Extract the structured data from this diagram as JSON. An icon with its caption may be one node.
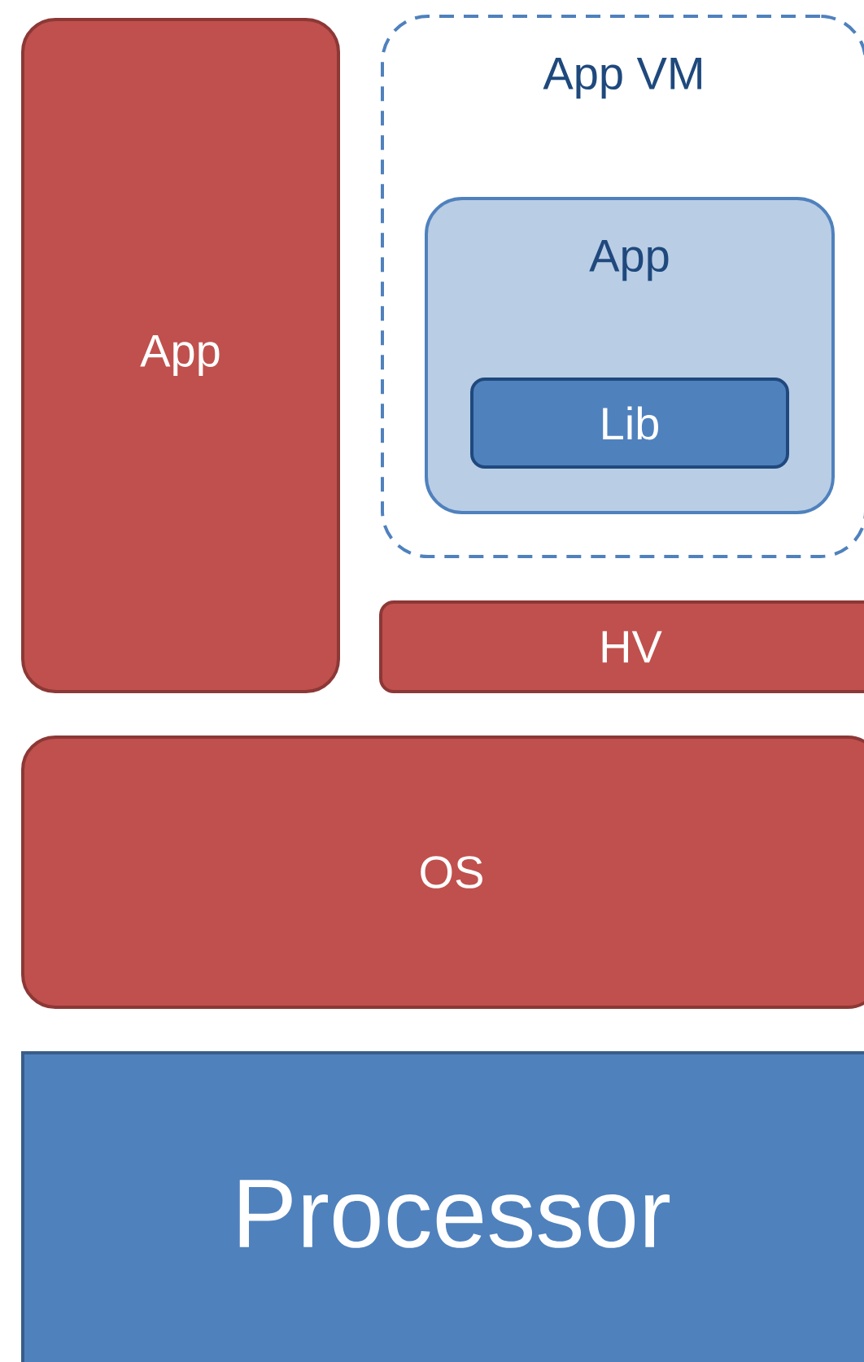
{
  "diagram": {
    "nodes": [
      {
        "text": [
          "App"
        ]
      },
      {
        "text": [
          "App VM"
        ]
      },
      {
        "text": [
          "App"
        ],
        "in": 1
      },
      {
        "text": [
          "Lib"
        ],
        "in": 2
      },
      {
        "text": [
          "HV"
        ]
      },
      {
        "text": [
          "OS"
        ]
      },
      {
        "text": [
          "Processor"
        ]
      }
    ]
  }
}
